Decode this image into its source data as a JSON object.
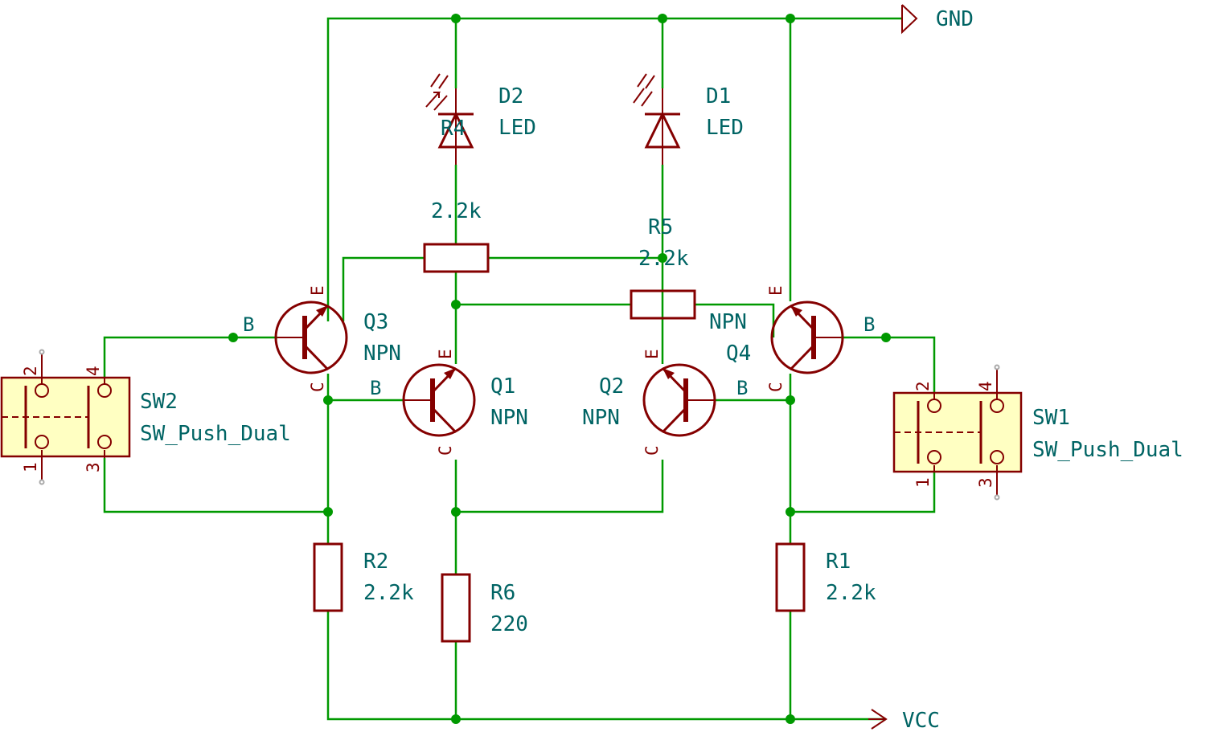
{
  "power": {
    "gnd": "GND",
    "vcc": "VCC"
  },
  "leds": {
    "d2": {
      "ref": "D2",
      "value": "LED"
    },
    "d1": {
      "ref": "D1",
      "value": "LED"
    }
  },
  "resistors": {
    "r4": {
      "ref": "R4",
      "value": "2.2k"
    },
    "r5": {
      "ref": "R5",
      "value": "2.2k"
    },
    "r1": {
      "ref": "R1",
      "value": "2.2k"
    },
    "r2": {
      "ref": "R2",
      "value": "2.2k"
    },
    "r6": {
      "ref": "R6",
      "value": "220"
    }
  },
  "transistors": {
    "q1": {
      "ref": "Q1",
      "value": "NPN"
    },
    "q2": {
      "ref": "Q2",
      "value": "NPN"
    },
    "q3": {
      "ref": "Q3",
      "value": "NPN"
    },
    "q4": {
      "ref": "Q4",
      "value": "NPN"
    }
  },
  "pins": {
    "emitter": "E",
    "base": "B",
    "collector": "C"
  },
  "switches": {
    "sw2": {
      "ref": "SW2",
      "value": "SW_Push_Dual",
      "pins": [
        "2",
        "4",
        "1",
        "3"
      ]
    },
    "sw1": {
      "ref": "SW1",
      "value": "SW_Push_Dual",
      "pins": [
        "2",
        "4",
        "1",
        "3"
      ]
    }
  },
  "colors": {
    "wire": "#009900",
    "body": "#840000",
    "label": "#006464",
    "package_fill": "#ffffc2"
  }
}
